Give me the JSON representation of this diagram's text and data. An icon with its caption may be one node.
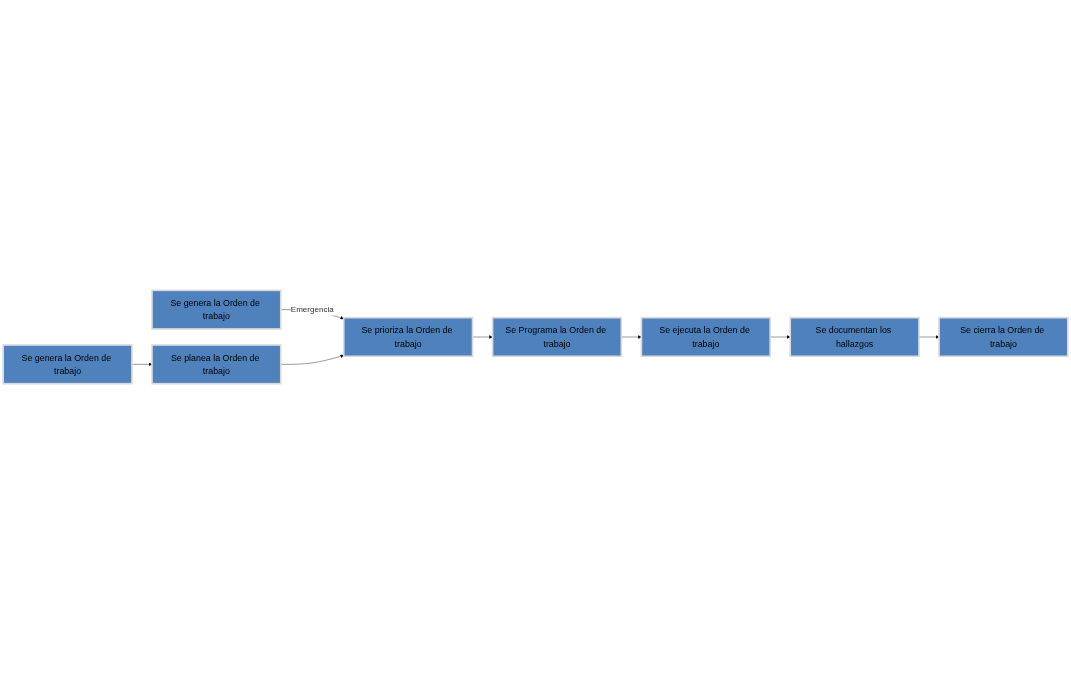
{
  "diagram": {
    "nodes": [
      {
        "text": [
          "Se genera la Orden de trabajo"
        ]
      },
      {
        "text": [
          "Se genera la Orden de trabajo"
        ]
      },
      {
        "text": [
          "Se planea la Orden de trabajo"
        ]
      },
      {
        "text": [
          "Se prioriza la Orden de trabajo"
        ]
      },
      {
        "text": [
          "Se Programa la Orden de trabajo"
        ]
      },
      {
        "text": [
          "Se ejecuta la Orden de trabajo"
        ]
      },
      {
        "text": [
          "Se documentan los hallazgos"
        ]
      },
      {
        "text": [
          "Se cierra la Orden de trabajo"
        ]
      }
    ],
    "edges": [
      {
        "from": 0,
        "to": 3,
        "arrow": "to",
        "label": "Emergencia"
      },
      {
        "from": 1,
        "to": 2,
        "arrow": "to"
      },
      {
        "from": 2,
        "to": 3,
        "arrow": "to"
      },
      {
        "from": 3,
        "to": 4,
        "arrow": "to"
      },
      {
        "from": 4,
        "to": 5,
        "arrow": "to"
      },
      {
        "from": 5,
        "to": 6,
        "arrow": "to"
      },
      {
        "from": 6,
        "to": 7,
        "arrow": "to"
      }
    ]
  }
}
